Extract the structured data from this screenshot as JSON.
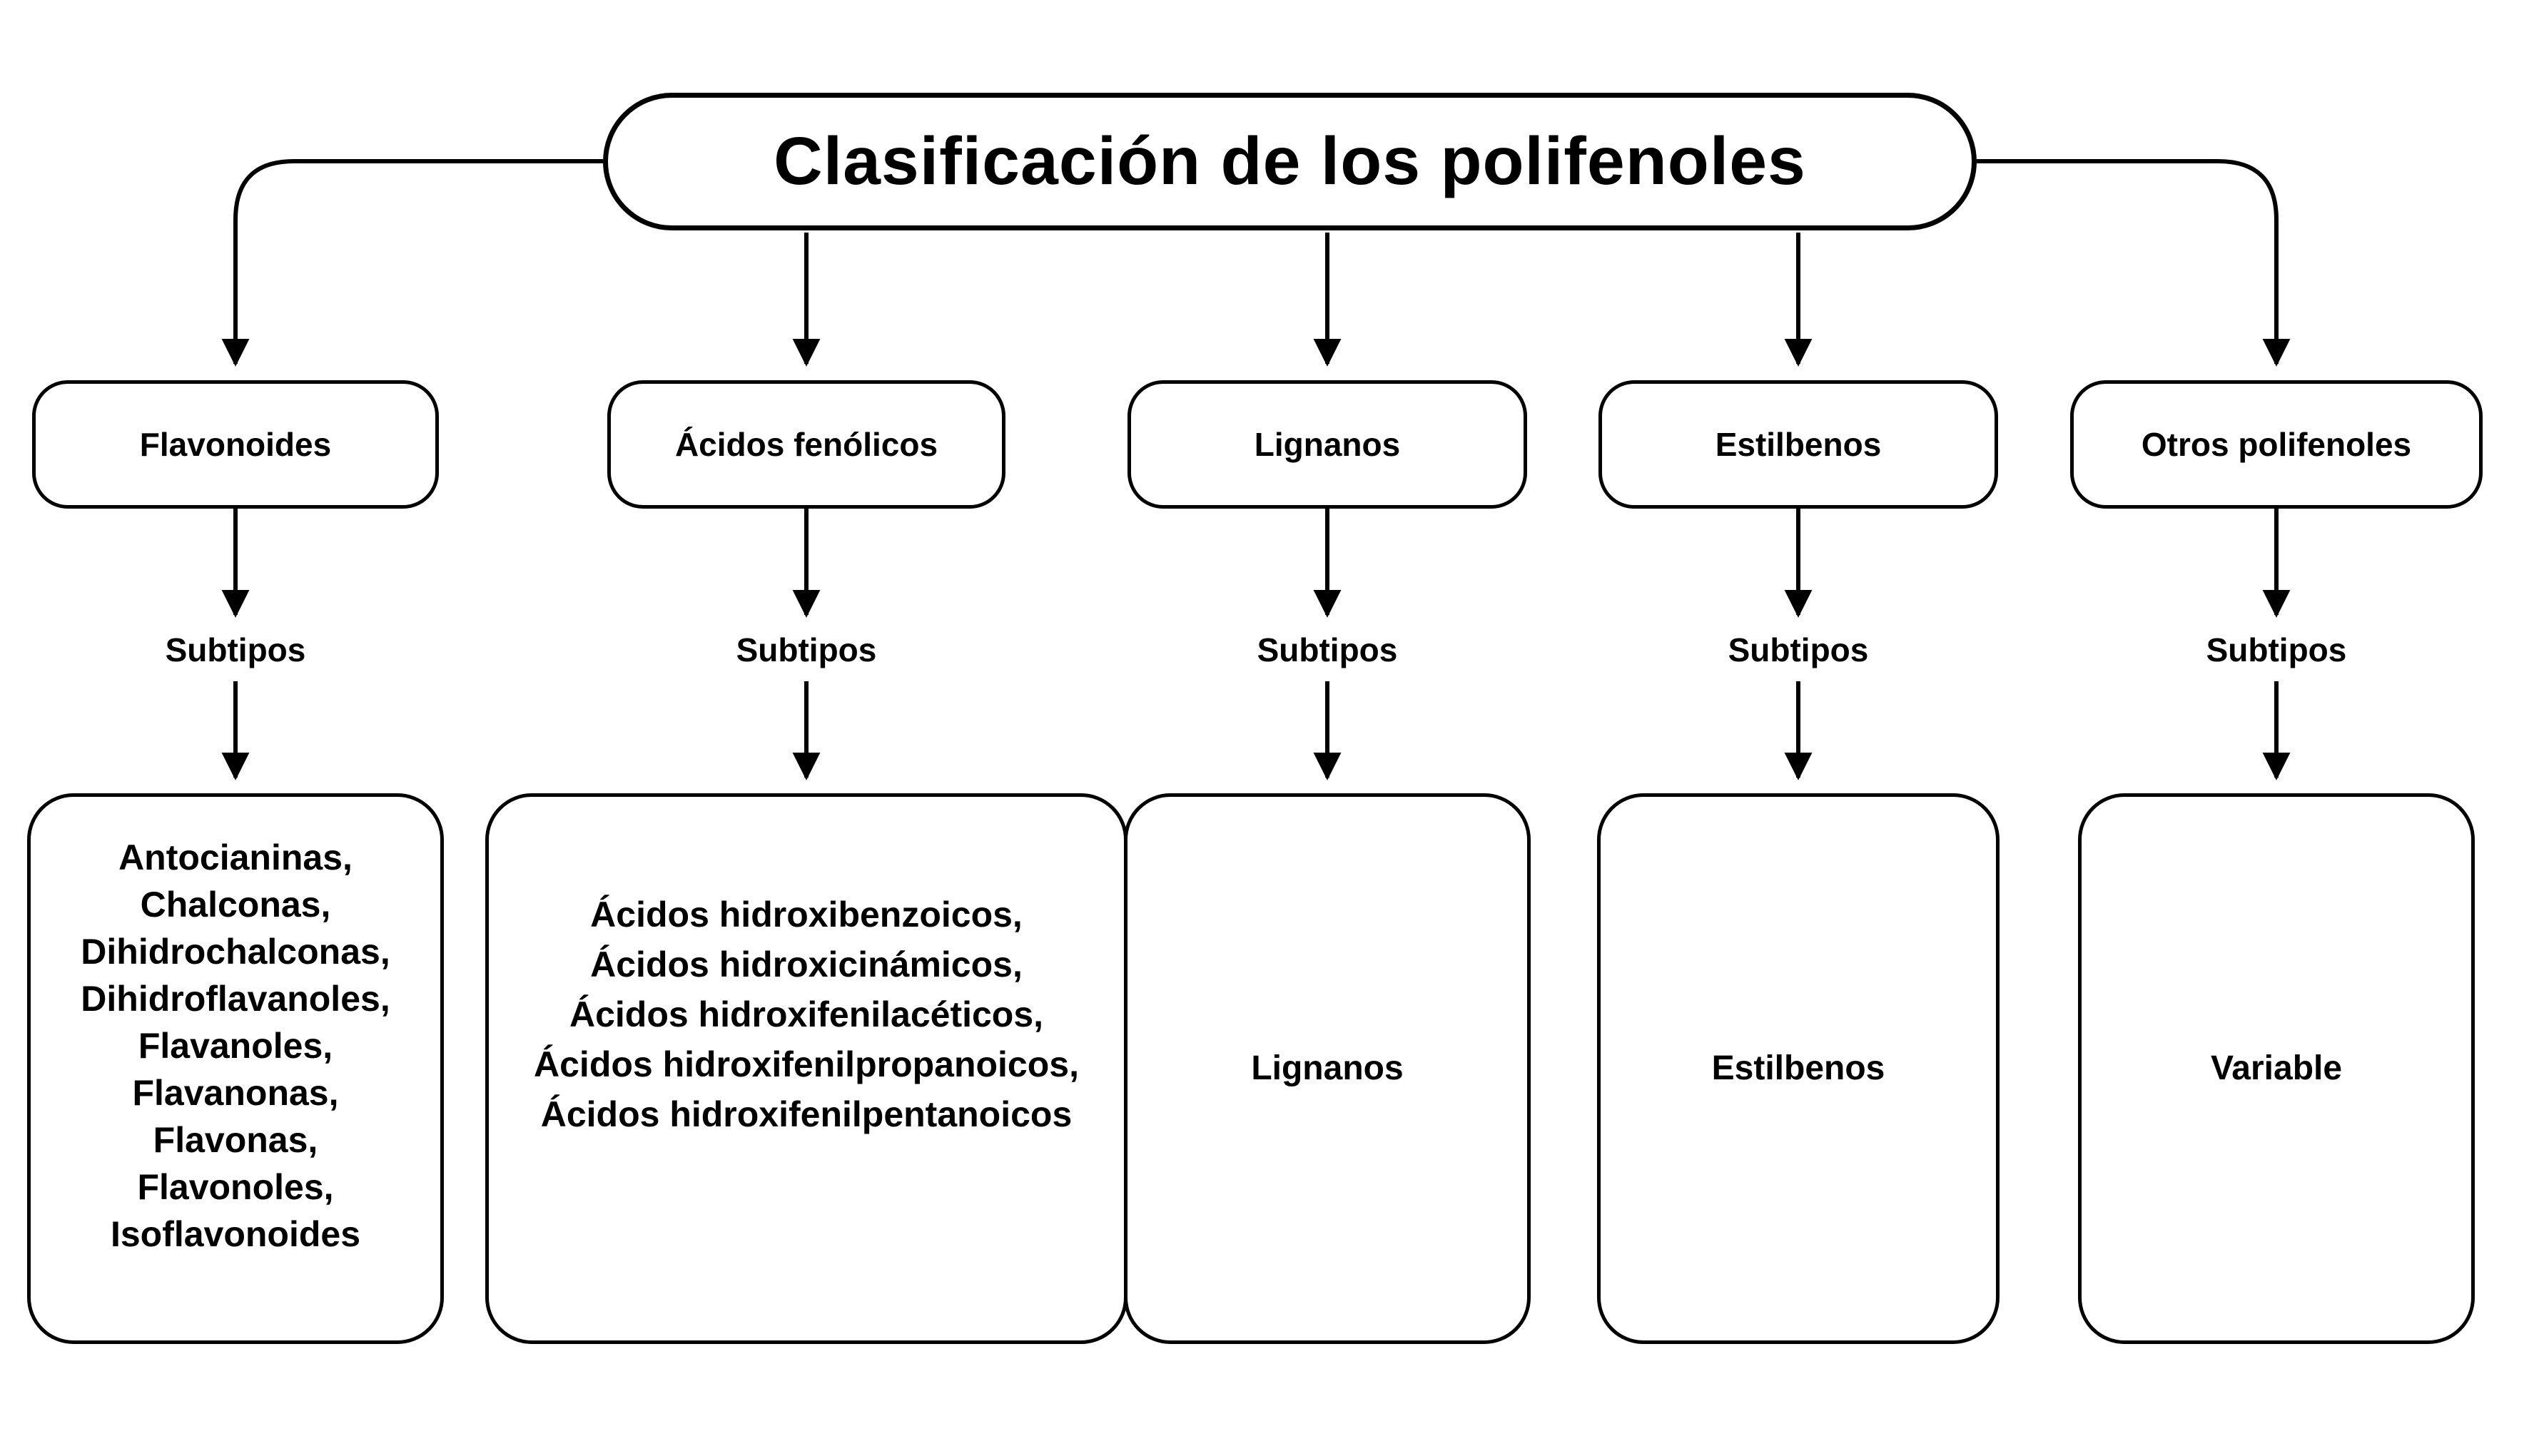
{
  "diagram": {
    "title": "Clasificación de los polifenoles",
    "subtypes_heading": "Subtipos",
    "colors": {
      "line": "#000000",
      "box_border": "#000000",
      "box_fill": "#ffffff",
      "text": "#000000",
      "background": "#ffffff"
    },
    "categories": [
      {
        "label": "Flavonoides",
        "subtypes": [
          "Antocianinas,",
          "Chalconas,",
          "Dihidrochalconas,",
          "Dihidroflavanoles,",
          "Flavanoles,",
          "Flavanonas,",
          "Flavonas,",
          "Flavonoles,",
          "Isoflavonoides"
        ]
      },
      {
        "label": "Ácidos fenólicos",
        "subtypes": [
          "Ácidos hidroxibenzoicos,",
          "Ácidos hidroxicinámicos,",
          "Ácidos hidroxifenilacéticos,",
          "Ácidos hidroxifenilpropanoicos,",
          "Ácidos hidroxifenilpentanoicos"
        ]
      },
      {
        "label": "Lignanos",
        "subtypes": [
          "Lignanos"
        ]
      },
      {
        "label": "Estilbenos",
        "subtypes": [
          "Estilbenos"
        ]
      },
      {
        "label": "Otros polifenoles",
        "subtypes": [
          "Variable"
        ]
      }
    ]
  }
}
